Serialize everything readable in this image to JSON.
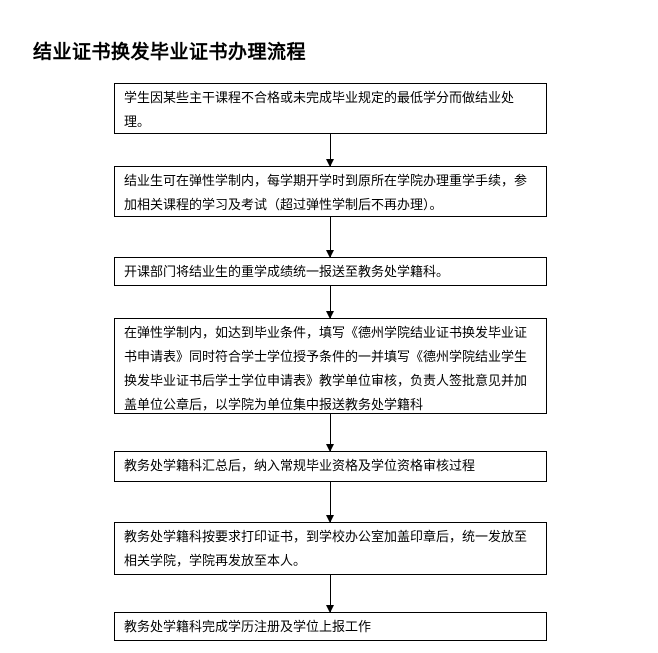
{
  "title": "结业证书换发毕业证书办理流程",
  "steps": [
    "学生因某些主干课程不合格或未完成毕业规定的最低学分而做结业处理。",
    "结业生可在弹性学制内，每学期开学时到原所在学院办理重学手续，参加相关课程的学习及考试（超过弹性学制后不再办理）。",
    "开课部门将结业生的重学成绩统一报送至教务处学籍科。",
    "在弹性学制内，如达到毕业条件，填写《德州学院结业证书换发毕业证书申请表》同时符合学士学位授予条件的一并填写《德州学院结业学生换发毕业证书后学士学位申请表》教学单位审核，负责人签批意见并加盖单位公章后，以学院为单位集中报送教务处学籍科",
    "教务处学籍科汇总后，纳入常规毕业资格及学位资格审核过程",
    "教务处学籍科按要求打印证书，到学校办公室加盖印章后，统一发放至相关学院，学院再发放至本人。",
    "教务处学籍科完成学历注册及学位上报工作"
  ]
}
